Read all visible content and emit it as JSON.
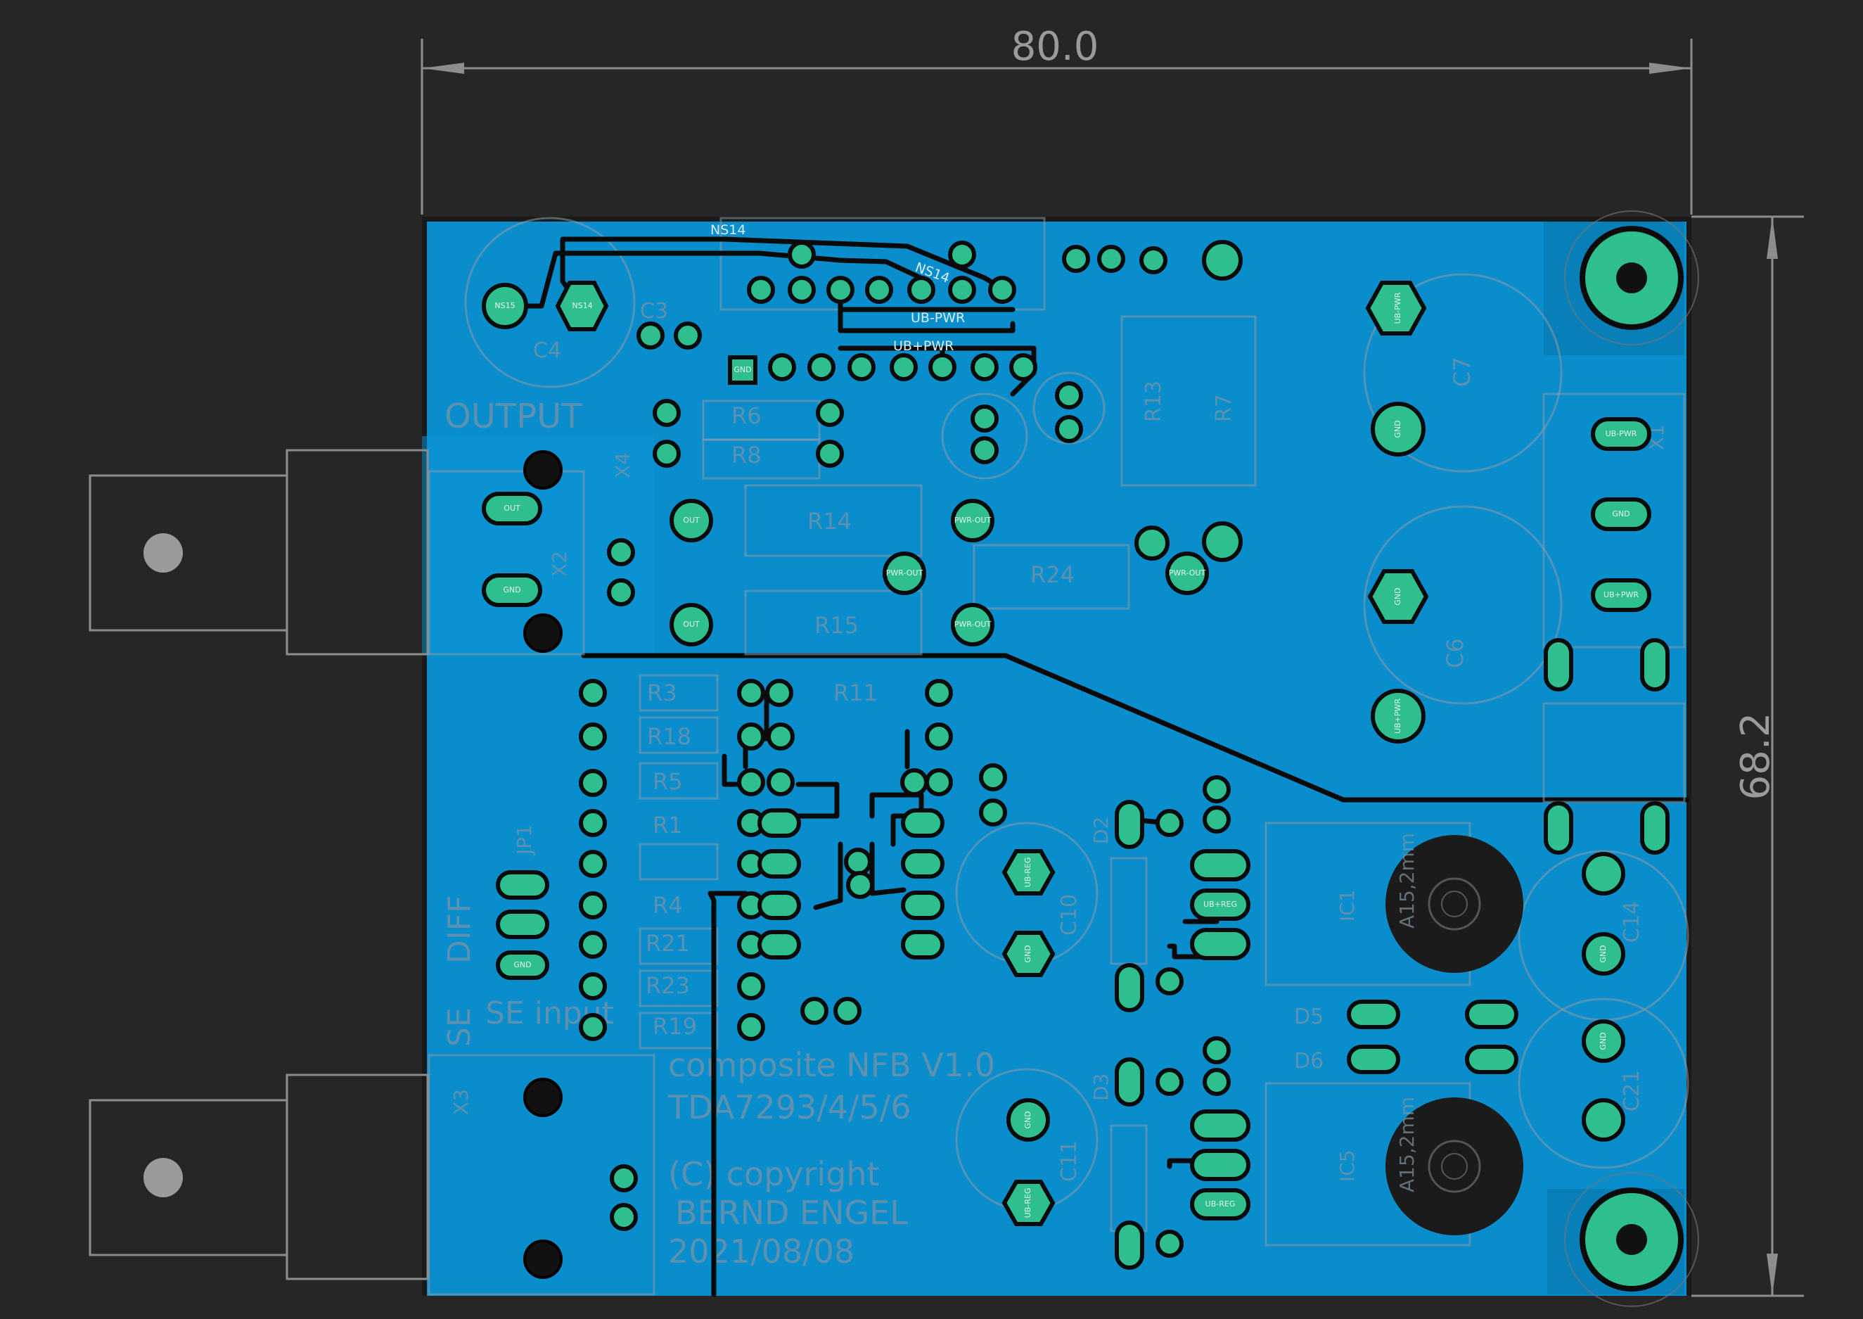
{
  "dimensions": {
    "width_label": "80.0",
    "height_label": "68.2"
  },
  "board": {
    "copper_color": "#0a8dcc",
    "pad_color": "#2fbf8f",
    "silk_color": "#8a9aa8",
    "background": "#262626"
  },
  "silkscreen": {
    "output": "OUTPUT",
    "diff": "DIFF",
    "se_input": "SE input",
    "title_line1": "composite NFB V1.0",
    "title_line2": "TDA7293/4/5/6",
    "copyright": "(C) copyright",
    "author": "BERND ENGEL",
    "date": "2021/08/08",
    "coil": "A15,2mm"
  },
  "components": {
    "c4": "C4",
    "c3": "C3",
    "c6": "C6",
    "c7": "C7",
    "c10": "C10",
    "c11": "C11",
    "c14": "C14",
    "c21": "C21",
    "r6": "R6",
    "r8": "R8",
    "r14": "R14",
    "r15": "R15",
    "r24": "R24",
    "r13": "R13",
    "r7": "R7",
    "r3": "R3",
    "r18": "R18",
    "r5": "R5",
    "r1": "R1",
    "r4": "R4",
    "r21": "R21",
    "r23": "R23",
    "r19": "R19",
    "r11": "R11",
    "d2": "D2",
    "d3": "D3",
    "d5": "D5",
    "d6": "D6",
    "ic1": "IC1",
    "ic5": "IC5",
    "x1": "X1",
    "x2": "X2",
    "x3": "X3",
    "x4": "X4",
    "jp1": "JP1"
  },
  "nets": {
    "ns14": "NS14",
    "ns15": "NS15",
    "ub_pwr_neg": "UB-PWR",
    "ub_pwr_pos": "UB+PWR",
    "gnd": "GND",
    "out": "OUT",
    "pwr_out": "PWR-OUT",
    "ub_reg": "UB-REG",
    "ub_reg_pos": "UB+REG"
  }
}
